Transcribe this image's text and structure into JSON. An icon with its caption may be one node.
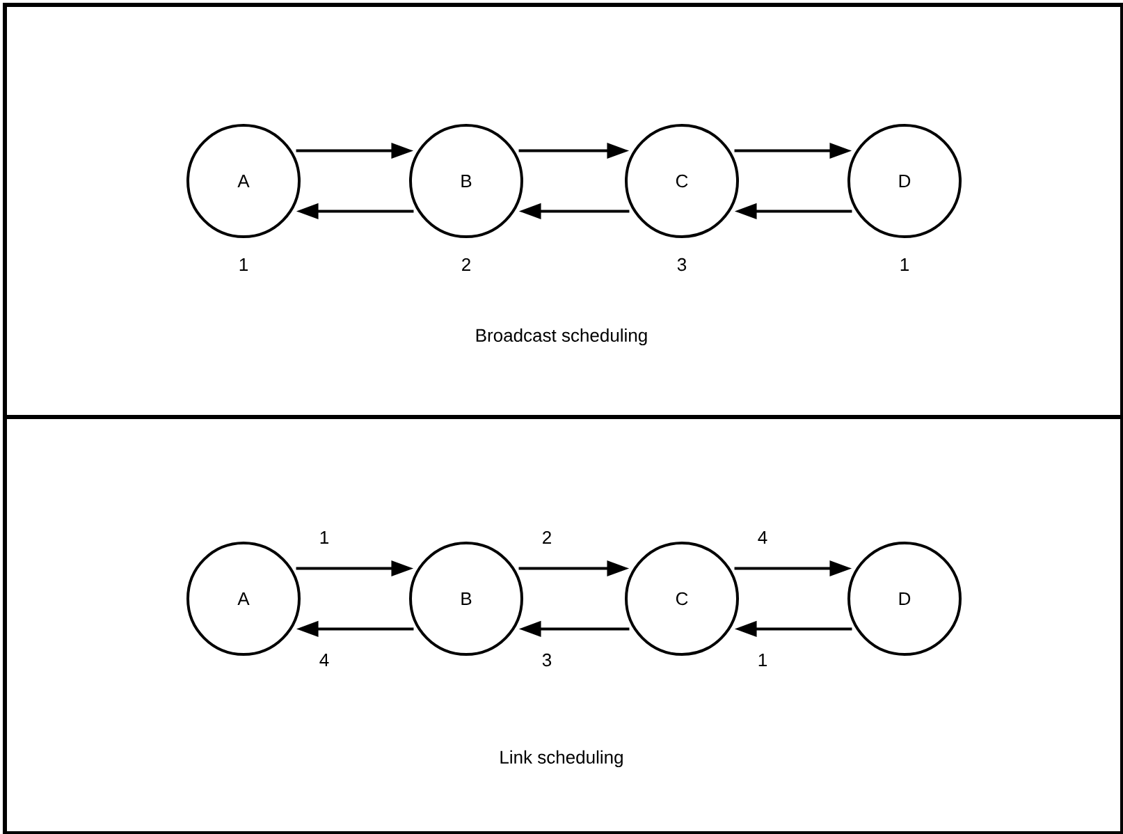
{
  "diagram": {
    "nodes": [
      {
        "text": [
          "Broadcast scheduling"
        ]
      },
      {
        "text": [
          "A"
        ],
        "in": 0,
        "beside": [
          "1"
        ]
      },
      {
        "text": [
          "B"
        ],
        "in": 0,
        "beside": [
          "2"
        ]
      },
      {
        "text": [
          "C"
        ],
        "in": 0,
        "beside": [
          "3"
        ]
      },
      {
        "text": [
          "D"
        ],
        "in": 0,
        "beside": [
          "1"
        ]
      },
      {
        "text": [
          "Link scheduling"
        ]
      },
      {
        "text": [
          "A"
        ],
        "in": 5
      },
      {
        "text": [
          "B"
        ],
        "in": 5
      },
      {
        "text": [
          "C"
        ],
        "in": 5
      },
      {
        "text": [
          "D"
        ],
        "in": 5
      }
    ],
    "edges": [
      {
        "from": 1,
        "to": 2,
        "arrow": "to"
      },
      {
        "from": 2,
        "to": 1,
        "arrow": "to"
      },
      {
        "from": 2,
        "to": 3,
        "arrow": "to"
      },
      {
        "from": 3,
        "to": 2,
        "arrow": "to"
      },
      {
        "from": 3,
        "to": 4,
        "arrow": "to"
      },
      {
        "from": 4,
        "to": 3,
        "arrow": "to"
      },
      {
        "from": 6,
        "to": 7,
        "arrow": "to",
        "label": "1"
      },
      {
        "from": 7,
        "to": 6,
        "arrow": "to",
        "label": "4"
      },
      {
        "from": 7,
        "to": 8,
        "arrow": "to",
        "label": "2"
      },
      {
        "from": 8,
        "to": 7,
        "arrow": "to",
        "label": "3"
      },
      {
        "from": 8,
        "to": 9,
        "arrow": "to",
        "label": "4"
      },
      {
        "from": 9,
        "to": 8,
        "arrow": "to",
        "label": "1"
      }
    ]
  }
}
